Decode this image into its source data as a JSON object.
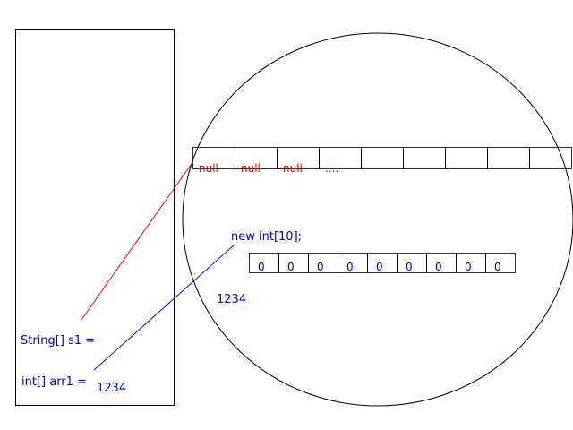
{
  "colors": {
    "outline": "#000000",
    "null_text": "#e00000",
    "code_text": "#0000cc",
    "arrow_string": "#ff0000",
    "arrow_int": "#0000ff"
  },
  "stack": {
    "string_label": "String[] s1 =",
    "int_label": "int[] arr1 =",
    "int_address": "1234"
  },
  "heap": {
    "string_array_cells": [
      "null",
      "null",
      "null",
      "....",
      "",
      "",
      "",
      "",
      ""
    ],
    "new_expression": "new int[10];",
    "int_array_cells": [
      "0",
      "0",
      "0",
      "0",
      "0",
      "0",
      "0",
      "0",
      "0"
    ],
    "int_array_address": "1234"
  }
}
